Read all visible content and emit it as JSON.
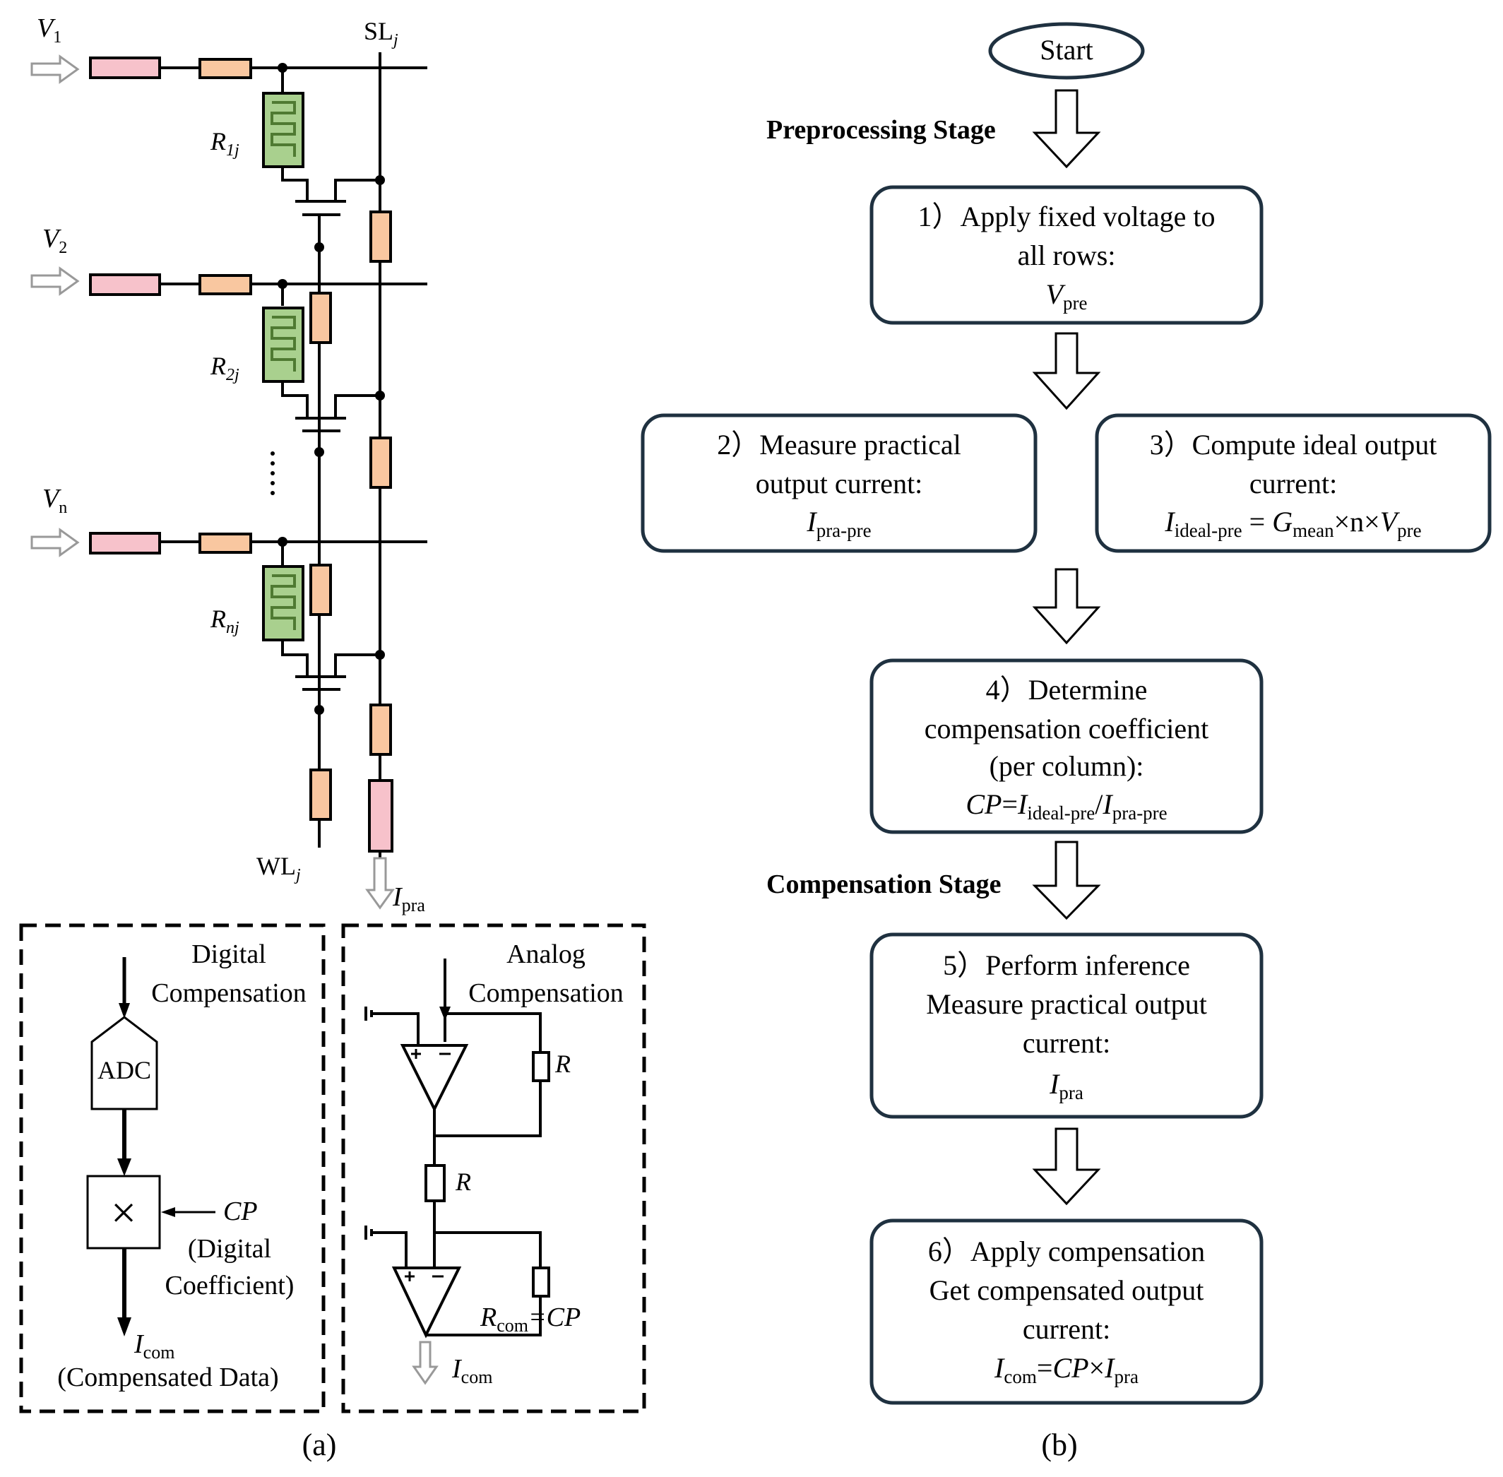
{
  "colors": {
    "line": "#000000",
    "wire_resistor": "#f9c7a0",
    "input_resistor": "#f7c2cb",
    "memristor": "#a9d08e",
    "memristor_dark": "#4f7a32",
    "box_border": "#1f3140",
    "arrow_fill": "#ffffff",
    "hollow_arrow_stroke": "#888888"
  },
  "panel_a": {
    "rows": [
      {
        "v_main": "V",
        "v_sub": "1",
        "r_main": "R",
        "r_sub": "1j"
      },
      {
        "v_main": "V",
        "v_sub": "2",
        "r_main": "R",
        "r_sub": "2j"
      },
      {
        "v_main": "V",
        "v_sub": "n",
        "r_main": "R",
        "r_sub": "nj"
      }
    ],
    "sl": {
      "main": "SL",
      "sub": "j"
    },
    "wl": {
      "main": "WL",
      "sub": "j"
    },
    "i_pra": {
      "main": "I",
      "sub": "pra"
    },
    "digital": {
      "title_line1": "Digital",
      "title_line2": "Compensation",
      "adc": "ADC",
      "multiply": "×",
      "cp": "CP",
      "coef_line1": "(Digital",
      "coef_line2": "Coefficient)",
      "out_main": "I",
      "out_sub": "com",
      "out_note": "(Compensated Data)"
    },
    "analog": {
      "title_line1": "Analog",
      "title_line2": "Compensation",
      "r1": "R",
      "r2": "R",
      "rcom_main": "R",
      "rcom_sub": "com",
      "rcom_eq": "=CP",
      "out_main": "I",
      "out_sub": "com"
    },
    "caption": "(a)"
  },
  "panel_b": {
    "start": "Start",
    "stage1": "Preprocessing Stage",
    "stage2": "Compensation Stage",
    "step1": {
      "line1": "1）Apply fixed voltage to",
      "line2": "all rows:",
      "f_main": "V",
      "f_sub": "pre"
    },
    "step2": {
      "line1": "2）Measure practical",
      "line2": "output current:",
      "f_main": "I",
      "f_sub": "pra-pre"
    },
    "step3": {
      "line1": "3）Compute ideal output",
      "line2": "current:",
      "f_i": "I",
      "f_i_sub": "ideal-pre",
      "f_eq": " = ",
      "f_g": "G",
      "f_g_sub": "mean",
      "f_mid": "×n×",
      "f_v": "V",
      "f_v_sub": "pre"
    },
    "step4": {
      "line1": "4）Determine",
      "line2": "compensation coefficient",
      "line3": "(per column):",
      "f_cp": "CP",
      "f_eq": "=",
      "f_i": "I",
      "f_i_sub": "ideal-pre",
      "f_slash": "/",
      "f_i2": "I",
      "f_i2_sub": "pra-pre"
    },
    "step5": {
      "line1": "5）Perform inference",
      "line2": "Measure practical output",
      "line3": "current:",
      "f_main": "I",
      "f_sub": "pra"
    },
    "step6": {
      "line1": "6）Apply compensation",
      "line2": "Get compensated output",
      "line3": "current:",
      "f_i": "I",
      "f_i_sub": "com",
      "f_eq": "=",
      "f_cp": "CP",
      "f_x": "×",
      "f_i2": "I",
      "f_i2_sub": "pra"
    },
    "caption": "(b)"
  }
}
